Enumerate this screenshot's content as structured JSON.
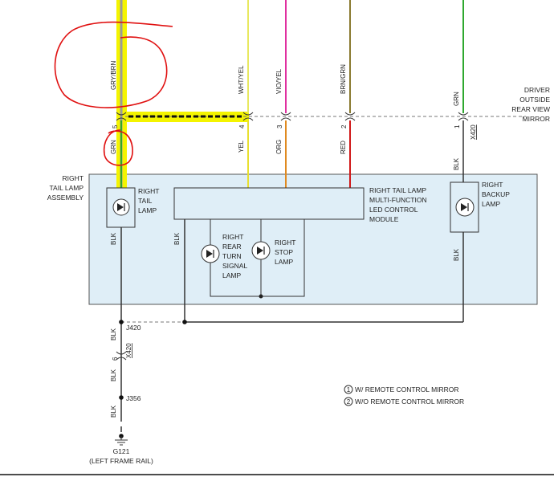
{
  "wires_top": [
    {
      "color_label": "GRY/BRN",
      "pin": "5"
    },
    {
      "color_label": "WHT/YEL",
      "pin": "4"
    },
    {
      "color_label": "VIO/YEL",
      "pin": "3"
    },
    {
      "color_label": "BRN/GRN",
      "pin": "2"
    },
    {
      "color_label": "GRN",
      "pin": "1"
    }
  ],
  "wires_below": {
    "grn": "GRN",
    "yel": "YEL",
    "org": "ORG",
    "red": "RED",
    "blk_backup": "BLK"
  },
  "connector": "X420",
  "driver_mirror": [
    "DRIVER",
    "OUTSIDE",
    "REAR VIEW",
    "MIRROR"
  ],
  "assembly": [
    "RIGHT",
    "TAIL LAMP",
    "ASSEMBLY"
  ],
  "tail_lamp": [
    "RIGHT",
    "TAIL",
    "LAMP"
  ],
  "module": [
    "RIGHT TAIL LAMP",
    "MULTI-FUNCTION",
    "LED CONTROL",
    "MODULE"
  ],
  "turn_lamp": [
    "RIGHT",
    "REAR",
    "TURN",
    "SIGNAL",
    "LAMP"
  ],
  "stop_lamp": [
    "RIGHT",
    "STOP",
    "LAMP"
  ],
  "backup_lamp": [
    "RIGHT",
    "BACKUP",
    "LAMP"
  ],
  "ground_wires": {
    "blk": "BLK"
  },
  "splices": {
    "j420": "J420",
    "j356": "J356"
  },
  "connector_lower": {
    "pin": "6",
    "name": "X420"
  },
  "ground": {
    "name": "G121",
    "location": "(LEFT FRAME RAIL)"
  },
  "notes": [
    {
      "num": "1",
      "text": "W/ REMOTE CONTROL MIRROR"
    },
    {
      "num": "2",
      "text": "W/O REMOTE CONTROL MIRROR"
    }
  ],
  "colors": {
    "highlight": "#f4f400",
    "annotation": "#e01010",
    "gry_brn": "#9a9a9a",
    "wht_yel": "#e8e860",
    "vio_yel": "#e030a0",
    "brn_grn": "#8a7a30",
    "grn": "#2fa82f",
    "yel": "#e8e030",
    "org": "#e08a20",
    "red": "#d01818",
    "blk": "#333333",
    "assembly_fill": "#dfeef7"
  }
}
